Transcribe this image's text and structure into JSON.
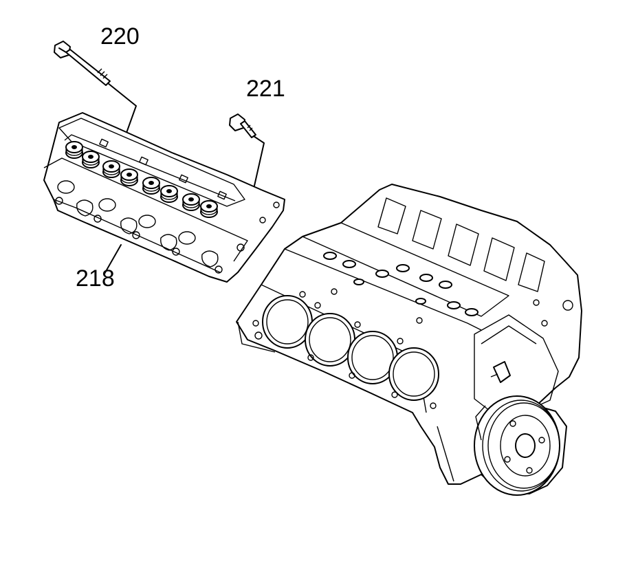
{
  "diagram": {
    "callouts": {
      "bolt_long": "220",
      "bolt_short": "221",
      "cylinder_head": "218"
    },
    "line_color": "#000000",
    "background": "#ffffff"
  }
}
